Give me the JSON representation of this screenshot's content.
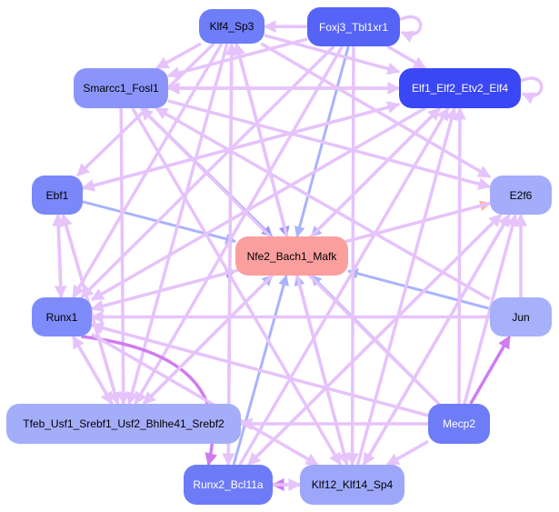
{
  "graph": {
    "title": "Regulatory network",
    "edge_colors": {
      "regulates": "#e6c3fb",
      "regulates_strong": "#cf7cf0",
      "to_target": "#a9b3fc",
      "to_target_dark": "#8d99f8",
      "from_target": "#fcb3b3"
    },
    "nodes": [
      {
        "id": "klf4",
        "label": "Klf4_Sp3",
        "color": "#6e7df8",
        "text": "light"
      },
      {
        "id": "foxj3",
        "label": "Foxj3_Tbl1xr1",
        "color": "#5563f7",
        "text": "dark"
      },
      {
        "id": "smarcc1",
        "label": "Smarcc1_Fosl1",
        "color": "#8b95f9",
        "text": "light"
      },
      {
        "id": "elf1",
        "label": "Elf1_Elf2_Etv2_Elf4",
        "color": "#3a47f5",
        "text": "dark"
      },
      {
        "id": "ebf1",
        "label": "Ebf1",
        "color": "#7a88fa",
        "text": "light"
      },
      {
        "id": "e2f6",
        "label": "E2f6",
        "color": "#a3adfb",
        "text": "light"
      },
      {
        "id": "nfe2",
        "label": "Nfe2_Bach1_Mafk",
        "color": "#fa9e9e",
        "text": "light"
      },
      {
        "id": "runx1",
        "label": "Runx1",
        "color": "#7e8bfa",
        "text": "light"
      },
      {
        "id": "jun",
        "label": "Jun",
        "color": "#a6b0fb",
        "text": "light"
      },
      {
        "id": "tfeb",
        "label": "Tfeb_Usf1_Srebf1_Usf2_Bhlhe41_Srebf2",
        "color": "#a4adfa",
        "text": "light"
      },
      {
        "id": "mecp2",
        "label": "Mecp2",
        "color": "#6f7cf7",
        "text": "dark"
      },
      {
        "id": "runx2",
        "label": "Runx2_Bcl11a",
        "color": "#6e7bf7",
        "text": "dark"
      },
      {
        "id": "klf12",
        "label": "Klf12_Klf14_Sp4",
        "color": "#9da7fa",
        "text": "light"
      }
    ],
    "edges": [
      {
        "from": "klf4",
        "to": "nfe2",
        "kind": "to_target_dark"
      },
      {
        "from": "foxj3",
        "to": "nfe2",
        "kind": "to_target"
      },
      {
        "from": "smarcc1",
        "to": "nfe2",
        "kind": "to_target_dark"
      },
      {
        "from": "elf1",
        "to": "nfe2",
        "kind": "to_target"
      },
      {
        "from": "ebf1",
        "to": "nfe2",
        "kind": "to_target"
      },
      {
        "from": "runx1",
        "to": "nfe2",
        "kind": "to_target_dark"
      },
      {
        "from": "jun",
        "to": "nfe2",
        "kind": "to_target"
      },
      {
        "from": "tfeb",
        "to": "nfe2",
        "kind": "to_target"
      },
      {
        "from": "mecp2",
        "to": "nfe2",
        "kind": "to_target"
      },
      {
        "from": "runx2",
        "to": "nfe2",
        "kind": "to_target"
      },
      {
        "from": "klf12",
        "to": "nfe2",
        "kind": "to_target"
      },
      {
        "from": "nfe2",
        "to": "e2f6",
        "kind": "from_target"
      },
      {
        "from": "klf4",
        "to": "elf1",
        "kind": "regulates"
      },
      {
        "from": "klf4",
        "to": "smarcc1",
        "kind": "regulates"
      },
      {
        "from": "klf4",
        "to": "ebf1",
        "kind": "regulates"
      },
      {
        "from": "klf4",
        "to": "runx1",
        "kind": "regulates"
      },
      {
        "from": "klf4",
        "to": "tfeb",
        "kind": "regulates"
      },
      {
        "from": "klf4",
        "to": "klf12",
        "kind": "regulates"
      },
      {
        "from": "klf4",
        "to": "runx2",
        "kind": "regulates"
      },
      {
        "from": "klf4",
        "to": "e2f6",
        "kind": "regulates"
      },
      {
        "from": "foxj3",
        "to": "elf1",
        "kind": "regulates"
      },
      {
        "from": "foxj3",
        "to": "smarcc1",
        "kind": "regulates"
      },
      {
        "from": "foxj3",
        "to": "klf4",
        "kind": "regulates"
      },
      {
        "from": "foxj3",
        "to": "tfeb",
        "kind": "regulates"
      },
      {
        "from": "foxj3",
        "to": "klf12",
        "kind": "regulates"
      },
      {
        "from": "foxj3",
        "to": "runx1",
        "kind": "regulates"
      },
      {
        "from": "smarcc1",
        "to": "elf1",
        "kind": "regulates"
      },
      {
        "from": "smarcc1",
        "to": "tfeb",
        "kind": "regulates"
      },
      {
        "from": "smarcc1",
        "to": "klf12",
        "kind": "regulates"
      },
      {
        "from": "smarcc1",
        "to": "e2f6",
        "kind": "regulates"
      },
      {
        "from": "elf1",
        "to": "smarcc1",
        "kind": "regulates"
      },
      {
        "from": "elf1",
        "to": "ebf1",
        "kind": "regulates"
      },
      {
        "from": "elf1",
        "to": "runx1",
        "kind": "regulates"
      },
      {
        "from": "elf1",
        "to": "tfeb",
        "kind": "regulates"
      },
      {
        "from": "ebf1",
        "to": "runx1",
        "kind": "regulates"
      },
      {
        "from": "ebf1",
        "to": "tfeb",
        "kind": "regulates"
      },
      {
        "from": "ebf1",
        "to": "elf1",
        "kind": "regulates"
      },
      {
        "from": "runx1",
        "to": "ebf1",
        "kind": "regulates"
      },
      {
        "from": "runx1",
        "to": "tfeb",
        "kind": "regulates"
      },
      {
        "from": "runx1",
        "to": "runx2",
        "kind": "regulates_strong"
      },
      {
        "from": "runx1",
        "to": "klf12",
        "kind": "regulates"
      },
      {
        "from": "jun",
        "to": "runx1",
        "kind": "regulates"
      },
      {
        "from": "jun",
        "to": "e2f6",
        "kind": "regulates"
      },
      {
        "from": "jun",
        "to": "smarcc1",
        "kind": "regulates"
      },
      {
        "from": "mecp2",
        "to": "jun",
        "kind": "regulates_strong"
      },
      {
        "from": "mecp2",
        "to": "e2f6",
        "kind": "regulates"
      },
      {
        "from": "mecp2",
        "to": "elf1",
        "kind": "regulates"
      },
      {
        "from": "mecp2",
        "to": "tfeb",
        "kind": "regulates"
      },
      {
        "from": "mecp2",
        "to": "runx1",
        "kind": "regulates"
      },
      {
        "from": "mecp2",
        "to": "klf12",
        "kind": "regulates"
      },
      {
        "from": "mecp2",
        "to": "smarcc1",
        "kind": "regulates"
      },
      {
        "from": "tfeb",
        "to": "runx1",
        "kind": "regulates"
      },
      {
        "from": "tfeb",
        "to": "ebf1",
        "kind": "regulates"
      },
      {
        "from": "tfeb",
        "to": "elf1",
        "kind": "regulates"
      },
      {
        "from": "klf12",
        "to": "runx2",
        "kind": "regulates_strong"
      },
      {
        "from": "klf12",
        "to": "elf1",
        "kind": "regulates"
      },
      {
        "from": "klf12",
        "to": "klf4",
        "kind": "regulates"
      },
      {
        "from": "klf12",
        "to": "e2f6",
        "kind": "regulates"
      },
      {
        "from": "runx2",
        "to": "klf12",
        "kind": "regulates"
      },
      {
        "from": "runx2",
        "to": "e2f6",
        "kind": "regulates"
      },
      {
        "from": "runx2",
        "to": "elf1",
        "kind": "regulates"
      },
      {
        "from": "runx2",
        "to": "klf4",
        "kind": "regulates"
      },
      {
        "from": "e2f6",
        "to": "runx2",
        "kind": "regulates"
      },
      {
        "from": "e2f6",
        "to": "runx1",
        "kind": "regulates"
      },
      {
        "from": "e2f6",
        "to": "klf12",
        "kind": "regulates"
      }
    ],
    "self_loops": [
      "foxj3",
      "elf1"
    ]
  }
}
